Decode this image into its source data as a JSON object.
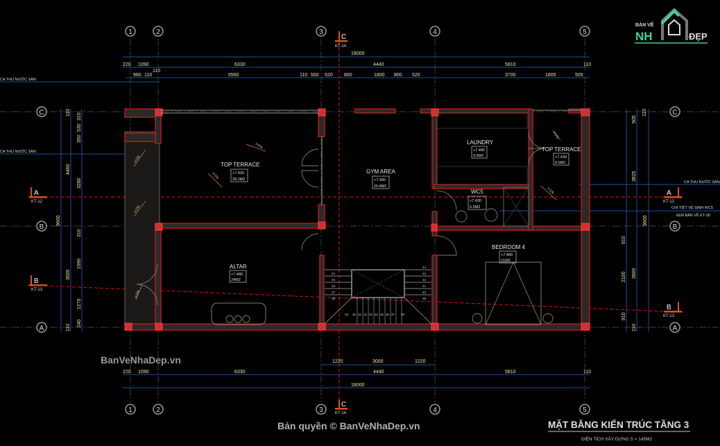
{
  "logo": {
    "top": "BẢN VẼ",
    "left": "NH",
    "right": "ĐẸP"
  },
  "grid_axes": {
    "columns": [
      "1",
      "2",
      "3",
      "4",
      "5"
    ],
    "rows": [
      "C",
      "B",
      "A"
    ]
  },
  "dimensions": {
    "top_total": "18000",
    "top_row2": [
      "220",
      "1090",
      "6330",
      "4440",
      "5810",
      "110"
    ],
    "top_row3": [
      "960",
      "110",
      "110",
      "5560",
      "110",
      "550",
      "520",
      "800",
      "1800",
      "800",
      "520",
      "3700",
      "1605",
      "505"
    ],
    "bottom_row1": [
      "1220",
      "3000",
      "1220"
    ],
    "bottom_row2": [
      "220",
      "1090",
      "6330",
      "4440",
      "5810",
      "110"
    ],
    "bottom_total": "18000",
    "left_outer": [
      "4460",
      "9600",
      "3600"
    ],
    "left_inner": [
      "110",
      "310",
      "530",
      "350",
      "3280",
      "310",
      "1990",
      "1270",
      "240",
      "110"
    ],
    "right_outer": [
      "505",
      "110",
      "3625",
      "9600",
      "3600"
    ],
    "right_inner": [
      "910",
      "2100",
      "910",
      "110"
    ]
  },
  "sections": {
    "a": {
      "letter": "A",
      "ref": "KT-12"
    },
    "b": {
      "letter": "B",
      "ref": "KT-13"
    },
    "c": {
      "letter": "C",
      "ref": "KT-14"
    }
  },
  "notes": {
    "floor_drain": "CA THU NƯỚC SÀN",
    "wc_detail_1": "CHI TIẾT VỆ SINH WC5",
    "wc_detail_2": "XEM BẢN VẼ KT-28",
    "slope": "i=1%"
  },
  "rooms": [
    {
      "name": "TOP TERRACE",
      "level": "+7.430",
      "area": "28.2M2"
    },
    {
      "name": "GYM AREA",
      "level": "+7.480",
      "area": "25.8M2"
    },
    {
      "name": "LAUNDRY",
      "level": "+7.480",
      "area": "9.5M2"
    },
    {
      "name": "TOP TERRACE",
      "level": "+7.430",
      "area": "9.5M2"
    },
    {
      "name": "WC5",
      "level": "+7.430",
      "area": "5.5M2"
    },
    {
      "name": "BEDROOM 4",
      "level": "+7.480",
      "area": "21M2"
    },
    {
      "name": "ALTAR",
      "level": "+7.480",
      "area": "24M2"
    }
  ],
  "stairs": {
    "left": [
      "24",
      "25",
      "26",
      "27",
      "28"
    ],
    "bottom": [
      "29",
      "30",
      "31",
      "32",
      "33",
      "34",
      "35",
      "36",
      "37",
      "38"
    ],
    "right": [
      "44",
      "43",
      "42",
      "41",
      "40",
      "39"
    ]
  },
  "watermark": "BanVeNhaDep.vn",
  "copyright": "Bản quyền © BanVeNhaDep.vn",
  "title": "MẶT BẰNG KIẾN TRÚC TẦNG 3",
  "subtitle": "DIỆN TÍCH XÂY DỰNG S = 145M2"
}
